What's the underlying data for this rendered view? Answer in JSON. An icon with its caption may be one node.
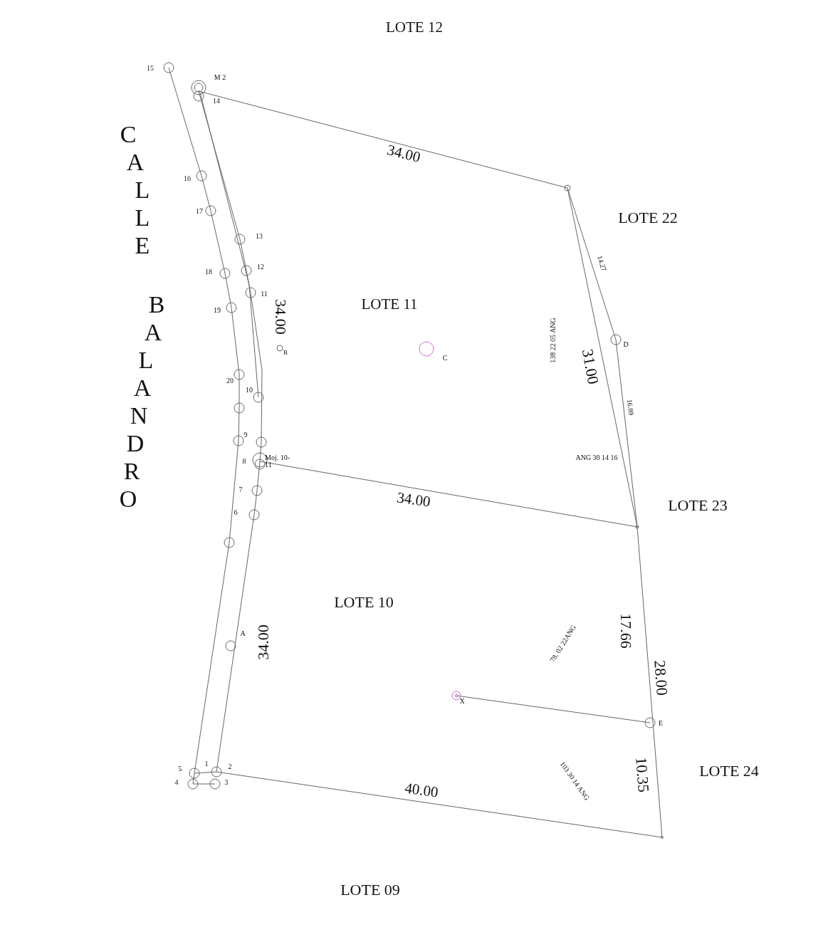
{
  "diagram": {
    "labels": [
      "LOTE  12",
      "15",
      "M 2",
      "14",
      "CALLE BALANDRO",
      "34.00",
      "16",
      "LOTE  22",
      "17",
      "13",
      "18",
      "12",
      "14.27",
      "11",
      "19",
      "34.00",
      "LOTE  11",
      "B",
      "C",
      "138 22 05 ANG",
      "D",
      "31.00",
      "20",
      "10",
      "16.89",
      "9",
      "8",
      "Moj. 10-11",
      "ANG 30 14 16",
      "34.00",
      "7",
      "LOTE  23",
      "6",
      "LOTE  10",
      "17.66",
      "A",
      "34.00",
      "78. 02 22ANG",
      "28.00",
      "X",
      "E",
      "5",
      "1",
      "2",
      "LOTE  24",
      "4",
      "3",
      "10.35",
      "103 30 14 ANG",
      "40.00",
      "LOTE  09"
    ]
  }
}
